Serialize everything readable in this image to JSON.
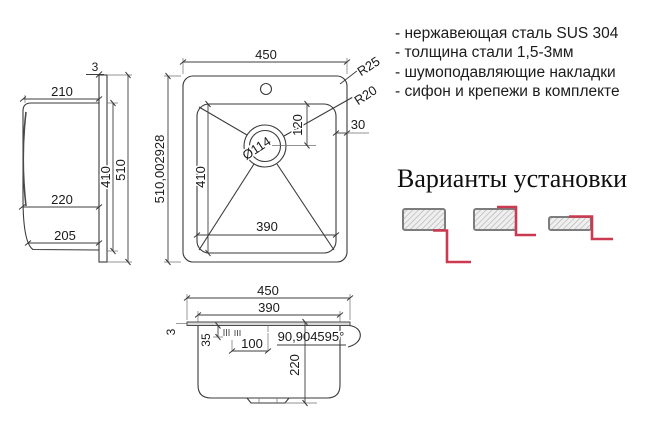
{
  "specs": {
    "bullet_items": [
      "- нержавеющая сталь SUS 304",
      "- толщина стали 1,5-3мм",
      "- шумоподавляющие накладки",
      "- сифон и крепежи в комплекте"
    ]
  },
  "installation": {
    "title": "Варианты установки"
  },
  "side_view": {
    "rim_thickness": "3",
    "top_width": "210",
    "middle_width": "220",
    "bottom_width": "205",
    "inner_height": "410",
    "outer_height": "510"
  },
  "top_view": {
    "outer_width": "450",
    "outer_corner_radius": "R25",
    "inner_corner_radius": "R20",
    "drain_offset": "120",
    "right_rim": "30",
    "drain_diameter": "Ø114",
    "inner_depth": "410",
    "outer_depth": "510,002928",
    "inner_width": "390"
  },
  "front_view": {
    "outer_width": "450",
    "inner_width": "390",
    "rim_thickness": "3",
    "clip_offset": "35",
    "center_offset": "100",
    "corner_angle": "90,904595°",
    "bowl_depth": "220"
  },
  "colors": {
    "accent_red": "#cc3a52",
    "line_dark": "#3a3a3a"
  }
}
